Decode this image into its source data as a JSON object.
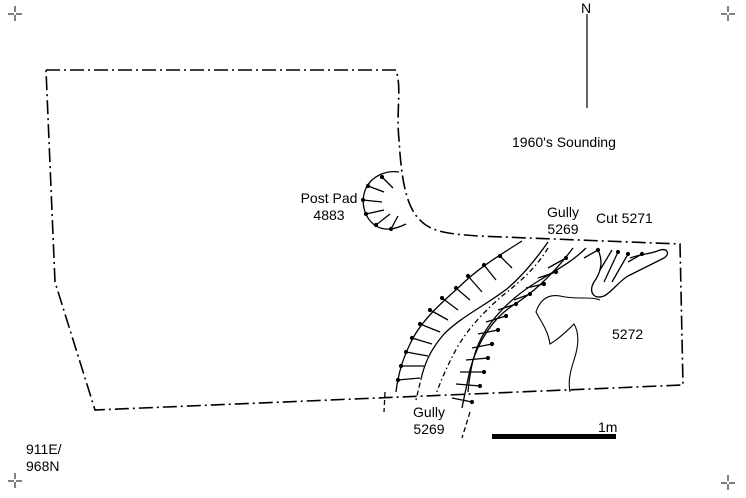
{
  "north_label": "N",
  "sounding_label": "1960's Sounding",
  "post_pad": {
    "name": "Post Pad",
    "number": "4883"
  },
  "gully_upper": {
    "name": "Gully",
    "number": "5269"
  },
  "gully_lower": {
    "name": "Gully",
    "number": "5269"
  },
  "cut_label": "Cut 5271",
  "context_label": "5272",
  "scale_label": "1m",
  "grid_ref": {
    "east": "911E/",
    "north": "968N"
  },
  "colors": {
    "ink": "#000000",
    "paper": "#ffffff"
  }
}
